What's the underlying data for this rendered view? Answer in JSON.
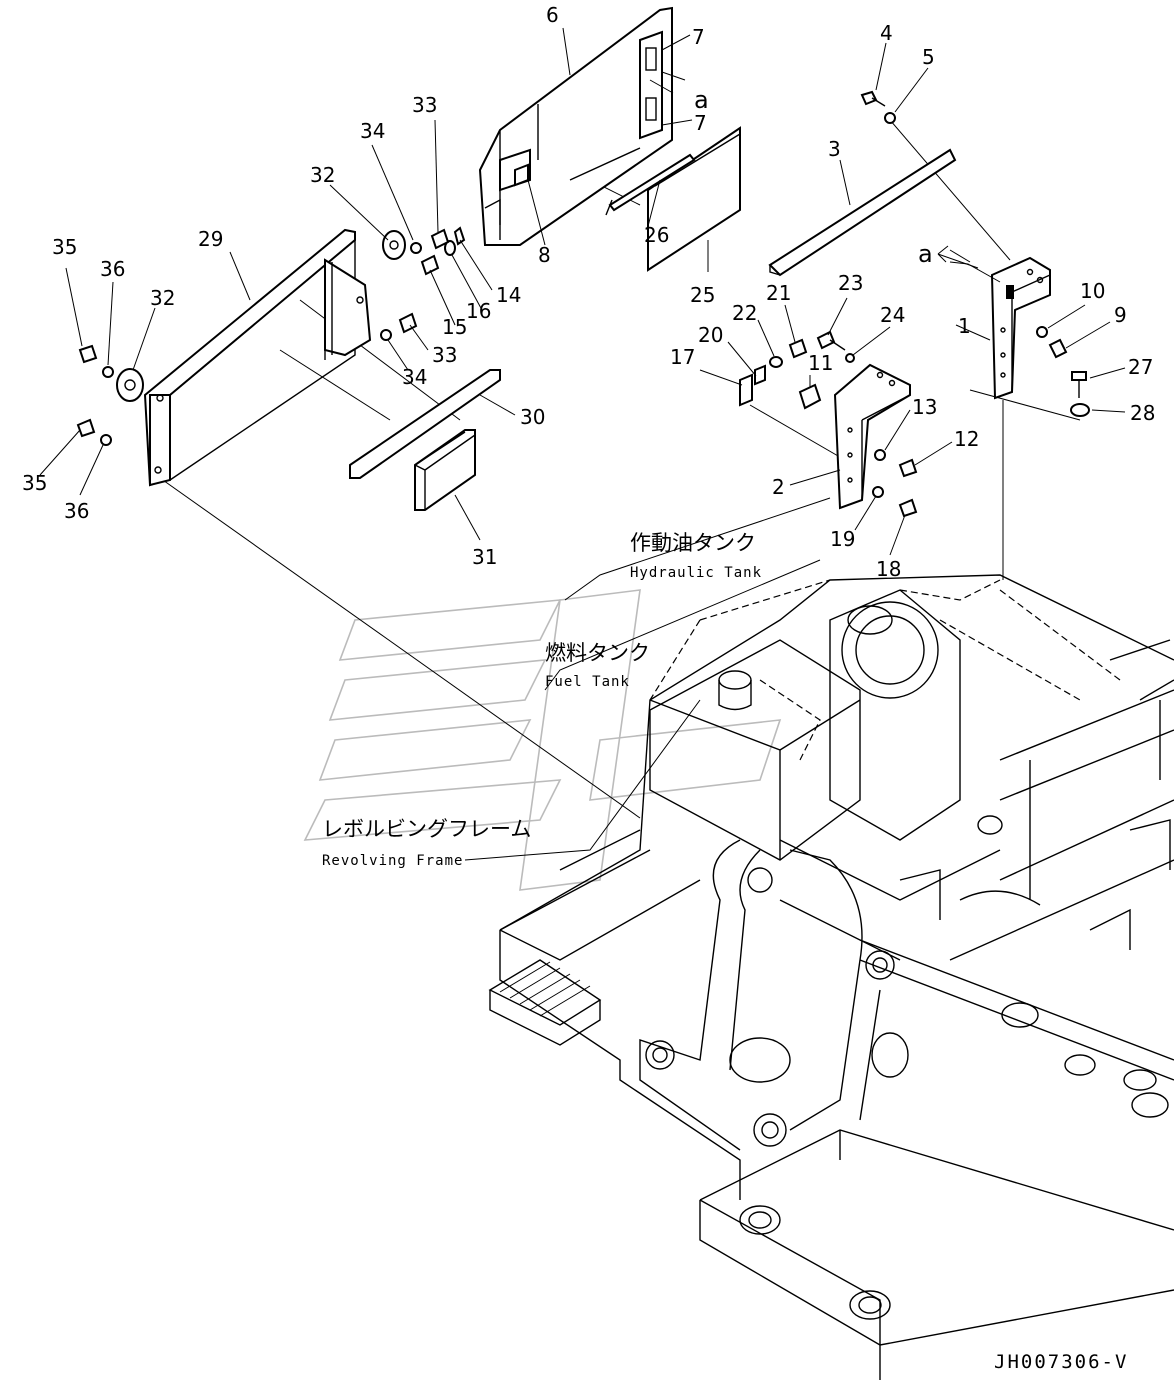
{
  "labels": {
    "hydraulic_tank_jp": "作動油タンク",
    "hydraulic_tank_en": "Hydraulic Tank",
    "fuel_tank_jp": "燃料タンク",
    "fuel_tank_en": "Fuel Tank",
    "revolving_frame_jp": "レボルビングフレーム",
    "revolving_frame_en": "Revolving Frame",
    "view_a": "a",
    "drawing_code": "JH007306-V"
  },
  "callouts": [
    "1",
    "2",
    "3",
    "4",
    "5",
    "6",
    "7",
    "7",
    "8",
    "9",
    "10",
    "11",
    "12",
    "13",
    "14",
    "15",
    "16",
    "17",
    "18",
    "19",
    "20",
    "21",
    "22",
    "23",
    "24",
    "25",
    "26",
    "27",
    "28",
    "29",
    "30",
    "31",
    "32",
    "32",
    "33",
    "33",
    "34",
    "34",
    "35",
    "35",
    "36",
    "36"
  ]
}
